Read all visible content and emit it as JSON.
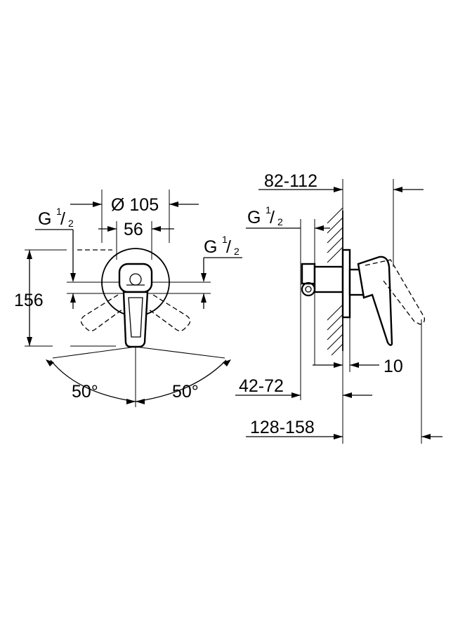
{
  "front_view": {
    "diameter": "Ø 105",
    "width_56": "56",
    "height_156": "156",
    "thread_left": {
      "letter": "G",
      "numerator": "1",
      "denominator": "2"
    },
    "thread_right": {
      "letter": "G",
      "numerator": "1",
      "denominator": "2"
    },
    "angle_left": "50°",
    "angle_right": "50°"
  },
  "side_view": {
    "dim_82_112": "82-112",
    "thread": {
      "letter": "G",
      "numerator": "1",
      "denominator": "2"
    },
    "dim_10": "10",
    "dim_42_72": "42-72",
    "dim_128_158": "128-158"
  }
}
